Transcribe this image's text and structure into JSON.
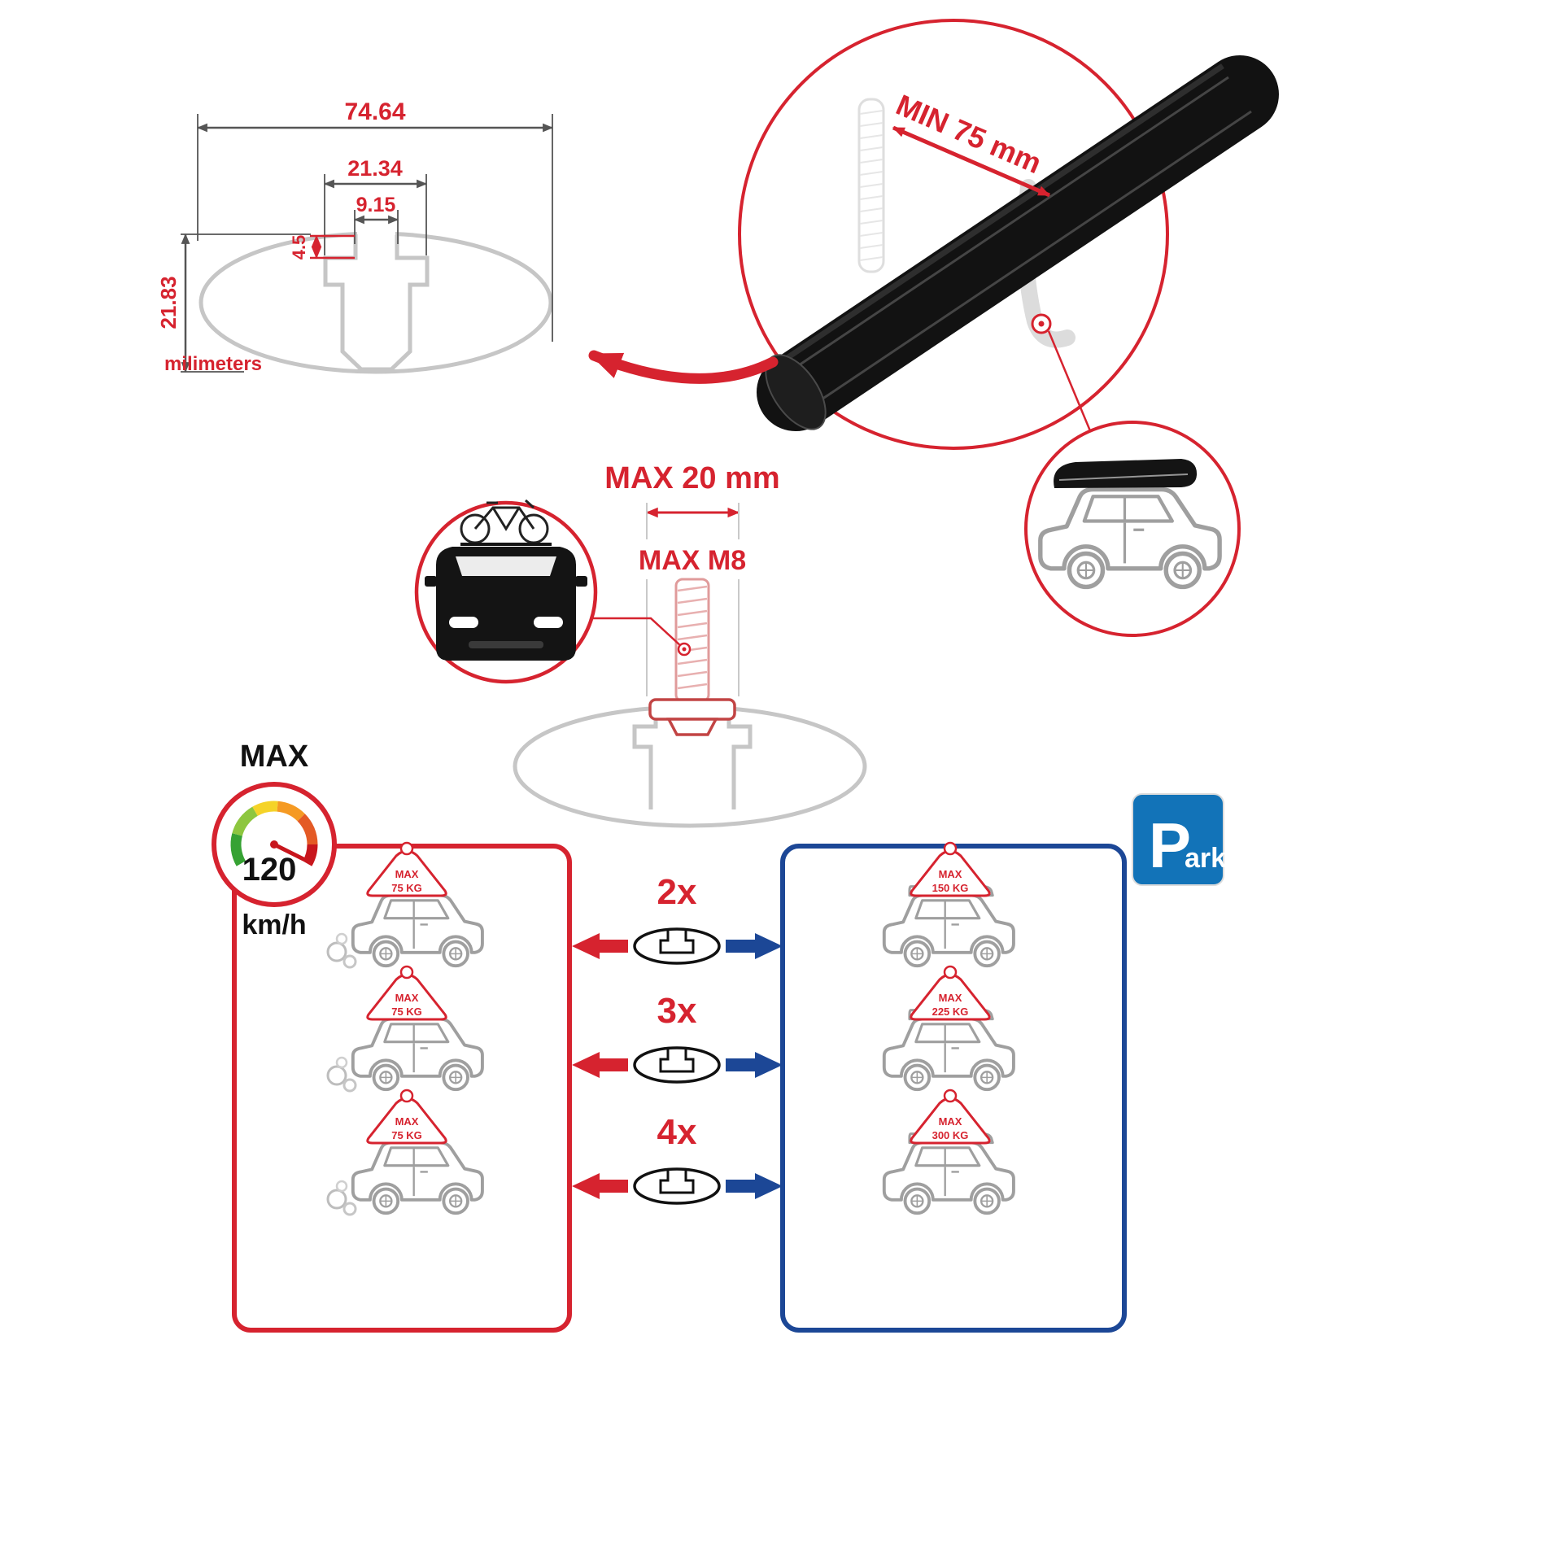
{
  "colors": {
    "red": "#d6232f",
    "blue": "#1c4796",
    "park_blue": "#1273b8",
    "gray_outline": "#c6c6c6",
    "bar_black": "#141414",
    "gauge_segments": [
      "#36a233",
      "#8dc63f",
      "#f5d328",
      "#f59a23",
      "#e45a25",
      "#c8161d"
    ]
  },
  "dimension_diagram": {
    "total_width": "74.64",
    "cavity_width": "21.34",
    "slot_width": "9.15",
    "slot_depth": "4.5",
    "total_height": "21.83",
    "unit_label": "milimeters"
  },
  "clamp_detail": {
    "min_label": "MIN 75 mm"
  },
  "bolt_detail": {
    "max_width_label": "MAX 20 mm",
    "max_thread_label": "MAX M8"
  },
  "speed_limit": {
    "title": "MAX",
    "value": "120",
    "unit": "km/h"
  },
  "multipliers": [
    {
      "label": "2x"
    },
    {
      "label": "3x"
    },
    {
      "label": "4x"
    }
  ],
  "dynamic_loads": [
    {
      "max": "MAX",
      "value": "75 KG"
    },
    {
      "max": "MAX",
      "value": "75 KG"
    },
    {
      "max": "MAX",
      "value": "75 KG"
    }
  ],
  "static_loads": [
    {
      "max": "MAX",
      "value": "150 KG"
    },
    {
      "max": "MAX",
      "value": "225 KG"
    },
    {
      "max": "MAX",
      "value": "300 KG"
    }
  ],
  "park_sign": {
    "initial": "P",
    "rest": "ark"
  }
}
